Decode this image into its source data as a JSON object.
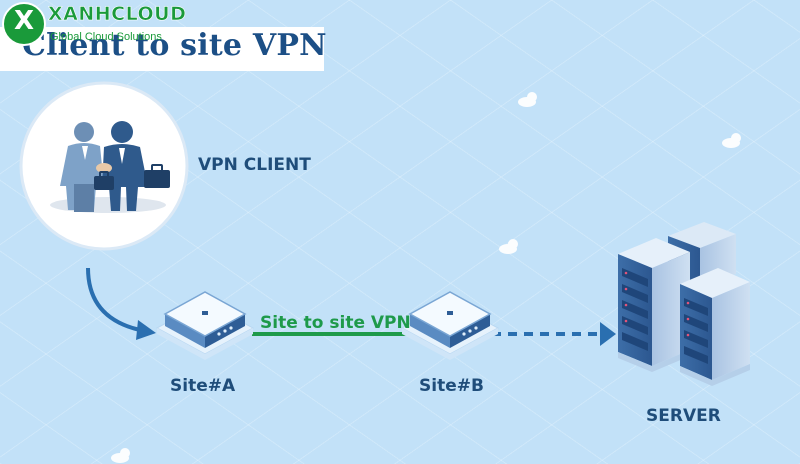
{
  "logo": {
    "letter": "X",
    "name": "XANHCLOUD",
    "tagline": "Global Cloud Solutions",
    "brand_color": "#1a9a3a"
  },
  "title": "Client to site VPN",
  "nodes": {
    "client": {
      "label": "VPN CLIENT",
      "icon": "people-handshake-icon"
    },
    "site_a": {
      "label": "Site#A",
      "icon": "router-icon"
    },
    "site_b": {
      "label": "Site#B",
      "icon": "router-icon"
    },
    "server": {
      "label": "SERVER",
      "icon": "server-rack-icon"
    }
  },
  "links": [
    {
      "from": "client",
      "to": "site_a",
      "style": "curved-arrow",
      "color": "#2a6fb0"
    },
    {
      "from": "site_a",
      "to": "site_b",
      "label": "Site to site VPN",
      "style": "solid",
      "color": "#1e9a4a"
    },
    {
      "from": "site_b",
      "to": "server",
      "style": "dashed-arrow",
      "color": "#2a6fb0"
    }
  ],
  "colors": {
    "background": "#c2e1f8",
    "label_text": "#1f4d7a",
    "title_text": "#1c4f86"
  }
}
